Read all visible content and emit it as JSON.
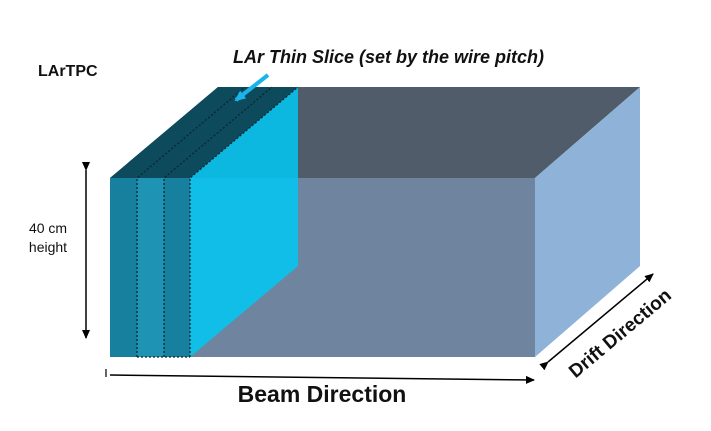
{
  "title": "LArTPC",
  "slice_label": "LAr Thin Slice (set by the wire pitch)",
  "height_label_line1": "40 cm",
  "height_label_line2": "height",
  "beam_label": "Beam Direction",
  "drift_label": "Drift Direction",
  "colors": {
    "box_back": "#505c69",
    "box_front": "#6f859f",
    "box_side": "#8fb2d9",
    "slice_front": "#00c8f5",
    "slice_dark": "#17809f",
    "slice_top": "#0d4a5c",
    "pointer": "#19b4ea"
  }
}
